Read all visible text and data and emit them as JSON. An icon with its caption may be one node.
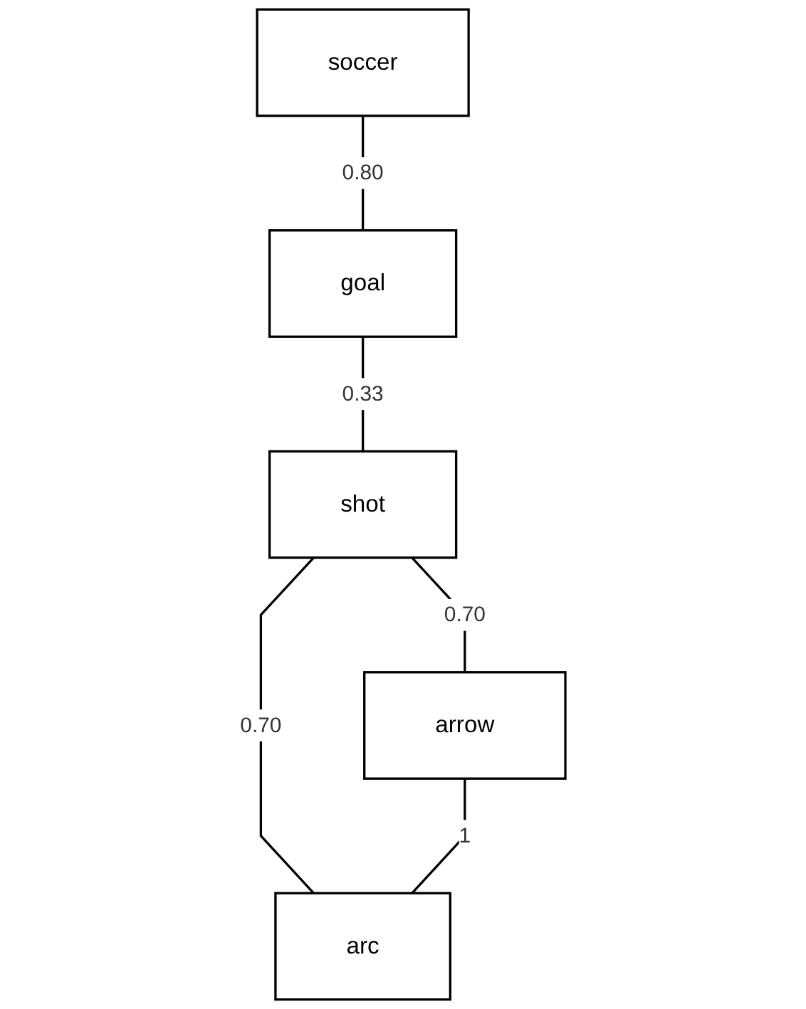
{
  "diagram": {
    "nodes": [
      {
        "text": [
          "soccer"
        ]
      },
      {
        "text": [
          "goal"
        ]
      },
      {
        "text": [
          "shot"
        ]
      },
      {
        "text": [
          "arrow"
        ]
      },
      {
        "text": [
          "arc"
        ]
      }
    ],
    "edges": [
      {
        "from": 0,
        "to": 1,
        "arrow": "none",
        "label": "0.80"
      },
      {
        "from": 1,
        "to": 2,
        "arrow": "none",
        "label": "0.33"
      },
      {
        "from": 2,
        "to": 3,
        "arrow": "none",
        "label": "0.70"
      },
      {
        "from": 2,
        "to": 4,
        "arrow": "none",
        "label": "0.70"
      },
      {
        "from": 3,
        "to": 4,
        "arrow": "none",
        "label": "1"
      }
    ]
  }
}
